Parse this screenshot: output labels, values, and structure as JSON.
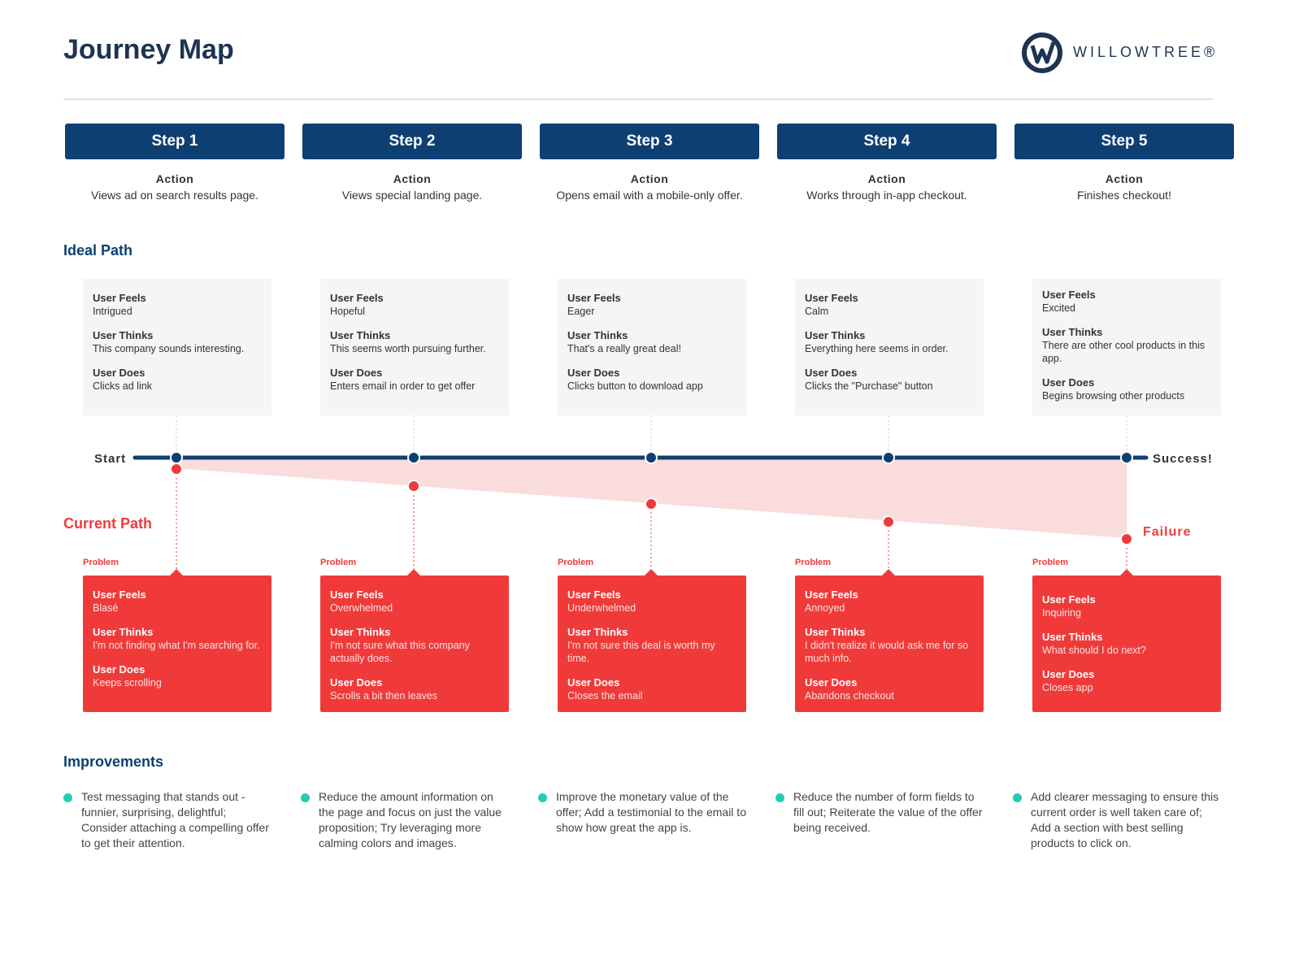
{
  "title": "Journey Map",
  "brand": "WILLOWTREE®",
  "colors": {
    "navy": "#0e3f73",
    "red": "#f03a3a",
    "pink": "#fadcdc",
    "teal": "#23cbb8",
    "grey_card": "#f5f5f5"
  },
  "steps": [
    {
      "label": "Step 1",
      "action_label": "Action",
      "action": "Views ad on search results page."
    },
    {
      "label": "Step 2",
      "action_label": "Action",
      "action": "Views special landing page."
    },
    {
      "label": "Step 3",
      "action_label": "Action",
      "action": "Opens email with a mobile-only offer."
    },
    {
      "label": "Step 4",
      "action_label": "Action",
      "action": "Works through in-app checkout."
    },
    {
      "label": "Step 5",
      "action_label": "Action",
      "action": "Finishes checkout!"
    }
  ],
  "ideal_path": {
    "heading": "Ideal Path",
    "start": "Start",
    "end": "Success!",
    "cards": [
      {
        "feels_h": "User Feels",
        "feels": "Intrigued",
        "thinks_h": "User Thinks",
        "thinks": "This company sounds interesting.",
        "does_h": "User Does",
        "does": "Clicks ad link"
      },
      {
        "feels_h": "User Feels",
        "feels": "Hopeful",
        "thinks_h": "User Thinks",
        "thinks": "This seems worth pursuing further.",
        "does_h": "User Does",
        "does": "Enters email in order to get offer"
      },
      {
        "feels_h": "User Feels",
        "feels": "Eager",
        "thinks_h": "User Thinks",
        "thinks": "That's a really great deal!",
        "does_h": "User Does",
        "does": "Clicks button to download app"
      },
      {
        "feels_h": "User Feels",
        "feels": "Calm",
        "thinks_h": "User Thinks",
        "thinks": "Everything here seems in order.",
        "does_h": "User Does",
        "does": "Clicks the \"Purchase\" button"
      },
      {
        "feels_h": "User Feels",
        "feels": "Excited",
        "thinks_h": "User Thinks",
        "thinks": "There are other cool products in this app.",
        "does_h": "User Does",
        "does": "Begins browsing other products"
      }
    ]
  },
  "current_path": {
    "heading": "Current Path",
    "failure": "Failure",
    "problem_label": "Problem",
    "cards": [
      {
        "feels_h": "User Feels",
        "feels": "Blasé",
        "thinks_h": "User Thinks",
        "thinks": "I'm not finding what I'm searching for.",
        "does_h": "User Does",
        "does": "Keeps scrolling"
      },
      {
        "feels_h": "User Feels",
        "feels": "Overwhelmed",
        "thinks_h": "User Thinks",
        "thinks": "I'm not sure what this company actually does.",
        "does_h": "User Does",
        "does": "Scrolls a bit then leaves"
      },
      {
        "feels_h": "User Feels",
        "feels": "Underwhelmed",
        "thinks_h": "User Thinks",
        "thinks": "I'm not sure this deal is worth my time.",
        "does_h": "User Does",
        "does": "Closes the email"
      },
      {
        "feels_h": "User Feels",
        "feels": "Annoyed",
        "thinks_h": "User Thinks",
        "thinks": "I didn't realize it would ask me for so much info.",
        "does_h": "User Does",
        "does": "Abandons checkout"
      },
      {
        "feels_h": "User Feels",
        "feels": "Inquiring",
        "thinks_h": "User Thinks",
        "thinks": "What should I do next?",
        "does_h": "User Does",
        "does": "Closes app"
      }
    ]
  },
  "improvements": {
    "heading": "Improvements",
    "items": [
      "Test messaging that stands out - funnier, surprising, delightful; Consider attaching a compelling offer to get their attention.",
      "Reduce the amount information on the page and focus on just the value proposition; Try leveraging more calming colors and images.",
      "Improve the monetary value of the offer; Add a testimonial to the email to show how great the app is.",
      "Reduce the number of form fields to fill out; Reiterate the value of the offer being received.",
      "Add clearer messaging to ensure this current order is well taken care of; Add a section with best selling products to click on."
    ]
  }
}
